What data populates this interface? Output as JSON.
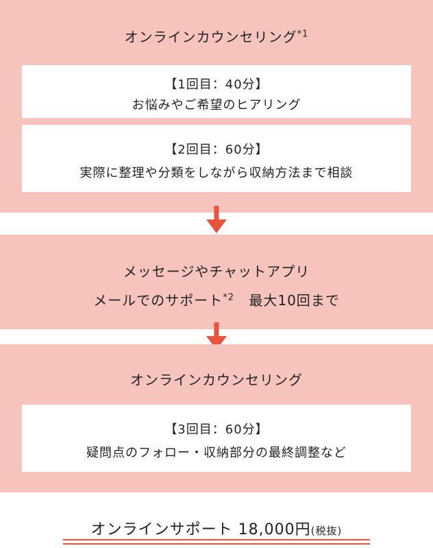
{
  "step1": {
    "title": "オンラインカウンセリング",
    "note": "*1",
    "box1": {
      "heading": "【1回目：40分】",
      "text": "お悩みやご希望のヒアリング"
    },
    "box2": {
      "heading": "【2回目：60分】",
      "text": "実際に整理や分類をしながら収納方法まで相談"
    }
  },
  "step2": {
    "line1": "メッセージやチャットアプリ",
    "line2_a": "メールでのサポート",
    "note": "*2",
    "line2_b": "最大10回まで"
  },
  "step3": {
    "title": "オンラインカウンセリング",
    "box": {
      "heading": "【3回目：60分】",
      "text": "疑問点のフォロー・収納部分の最終調整など"
    }
  },
  "price": {
    "label": "オンラインサポート 18,000円",
    "tax": "(税抜)"
  },
  "colors": {
    "panel": "#f7c4bd",
    "accent": "#e8533e",
    "box": "#ffffff"
  },
  "icons": [
    "arrow-down-icon",
    "arrow-down-icon"
  ]
}
